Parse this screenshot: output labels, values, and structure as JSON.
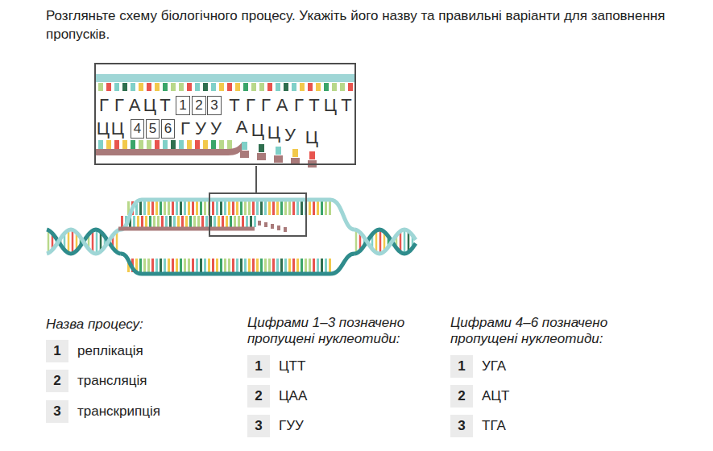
{
  "diagram": {
    "title": "Розгляньте схему біологічного процесу. Укажіть його назву та правильні варіанти для заповнення пропусків.",
    "nodes": [
      {
        "text": [
          "Г",
          "Г",
          "А",
          "Ц",
          "Т",
          "Т",
          "Г",
          "Г",
          "А",
          "Г",
          "Т",
          "Ц",
          "Т",
          "Ц",
          "Ц",
          "Г",
          "У",
          "У",
          "А",
          "Ц",
          "Ц",
          "У",
          "Ц"
        ]
      },
      {
        "text": [
          "1"
        ],
        "in": 0
      },
      {
        "text": [
          "2"
        ],
        "in": 0
      },
      {
        "text": [
          "3"
        ],
        "in": 0
      },
      {
        "text": [
          "4"
        ],
        "in": 0
      },
      {
        "text": [
          "5"
        ],
        "in": 0
      },
      {
        "text": [
          "6"
        ],
        "in": 0
      },
      {
        "text": [
          "1"
        ]
      },
      {
        "text": [
          "1"
        ]
      },
      {
        "text": [
          "1"
        ]
      },
      {
        "text": [
          "2"
        ]
      },
      {
        "text": [
          "2"
        ]
      },
      {
        "text": [
          "2"
        ]
      },
      {
        "text": [
          "3"
        ]
      },
      {
        "text": [
          "3"
        ]
      },
      {
        "text": [
          "3"
        ]
      }
    ],
    "labels": [
      "Назва процесу:",
      "Цифрами 1–3 позначено пропущені нуклеотиди:",
      "Цифрами 4–6 позначено пропущені нуклеотиди:",
      "реплікація",
      "ЦТТ",
      "УГА",
      "трансляція",
      "ЦАА",
      "АЦТ",
      "транскрипція",
      "ГУУ",
      "ТГА"
    ]
  }
}
